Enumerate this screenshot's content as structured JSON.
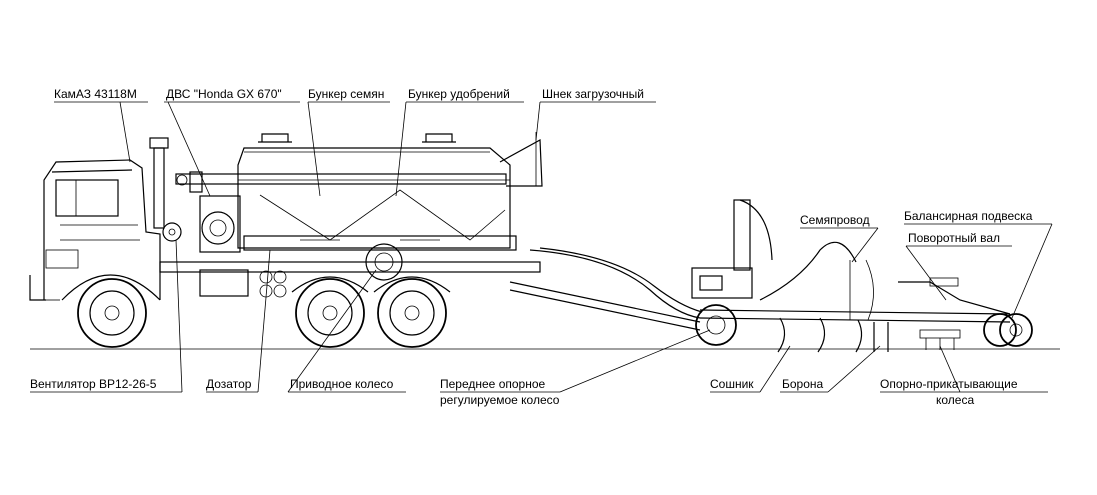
{
  "labels": {
    "kamaz": "КамАЗ 43118М",
    "engine": "ДВС \"Honda GX 670\"",
    "seed_hopper": "Бункер семян",
    "fert_hopper": "Бункер удобрений",
    "auger": "Шнек загрузочный",
    "seed_line": "Семяпровод",
    "balance_susp": "Балансирная подвеска",
    "rotary_shaft": "Поворотный вал",
    "fan": "Вентилятор ВР12-26-5",
    "dispenser": "Дозатор",
    "drive_wheel": "Приводное колесо",
    "front_wheel_1": "Переднее опорное",
    "front_wheel_2": "регулируемое колесо",
    "coulter": "Сошник",
    "harrow": "Борона",
    "packer_1": "Опорно-прикатывающие",
    "packer_2": "колеса"
  }
}
